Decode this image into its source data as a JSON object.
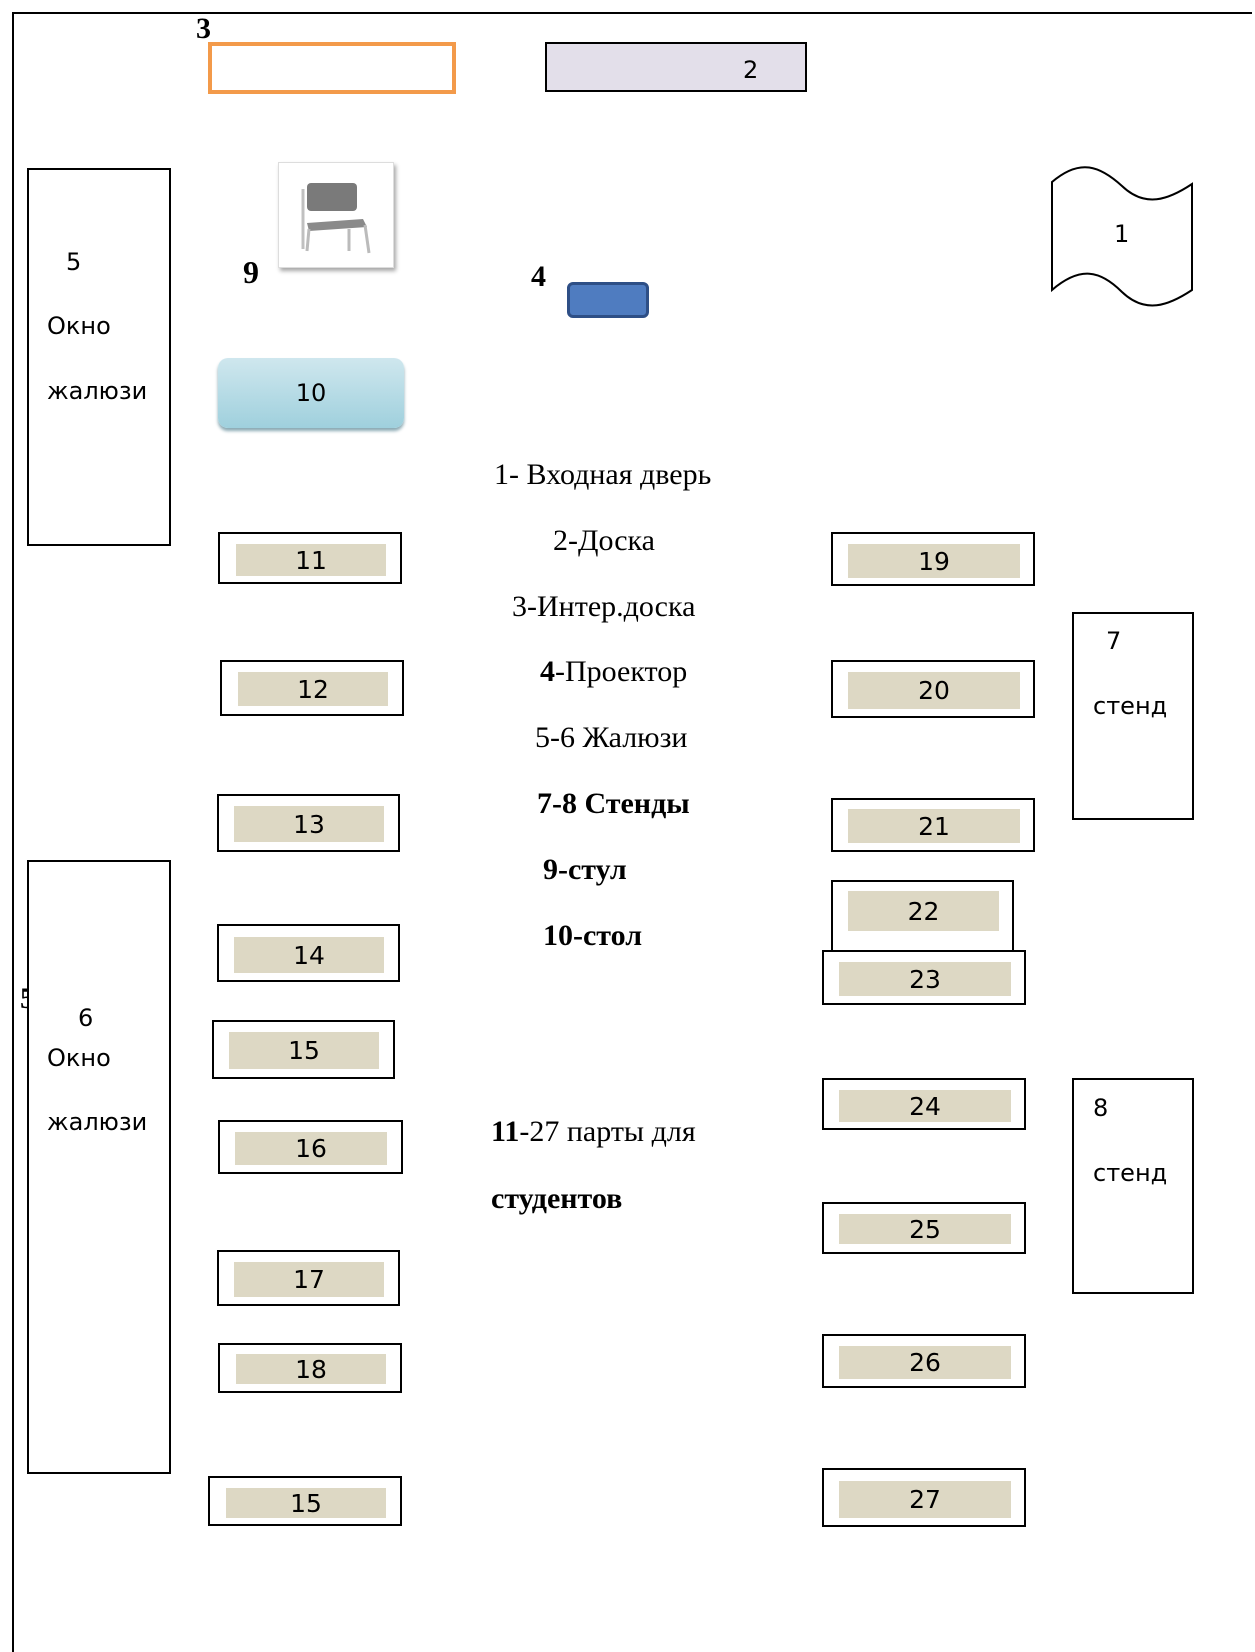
{
  "board": {
    "number": "2",
    "color": "#e3dfea"
  },
  "smartboard": {
    "number": "3",
    "color": "#f39a4a"
  },
  "projector": {
    "number": "4",
    "color": "#4f7cc0"
  },
  "chair": {
    "number": "9"
  },
  "teacher_table": {
    "number": "10"
  },
  "door": {
    "number": "1"
  },
  "window1": {
    "number": "5",
    "line1": "Окно",
    "line2": "жалюзи"
  },
  "window2": {
    "number": "6",
    "stray": "5",
    "line1": "Окно",
    "line2": "жалюзи"
  },
  "stand7": {
    "number": "7",
    "label": "стенд"
  },
  "stand8": {
    "number": "8",
    "label": "стенд"
  },
  "desks_left": [
    "11",
    "12",
    "13",
    "14",
    "15",
    "16",
    "17",
    "18",
    "15"
  ],
  "desks_right": [
    "19",
    "20",
    "21",
    "22",
    "23",
    "24",
    "25",
    "26",
    "27"
  ],
  "legend": {
    "l1": "1- Входная дверь",
    "l2": "2-Доска",
    "l3": "3-Интер.доска",
    "l4_num": "4",
    "l4_text": "-Проектор",
    "l5": "5-6 Жалюзи",
    "l6": "7-8 Стенды",
    "l7": "9-стул",
    "l8": "10-стол",
    "l9_num": "11",
    "l9_text": "-27 парты для",
    "l10": "студентов"
  }
}
